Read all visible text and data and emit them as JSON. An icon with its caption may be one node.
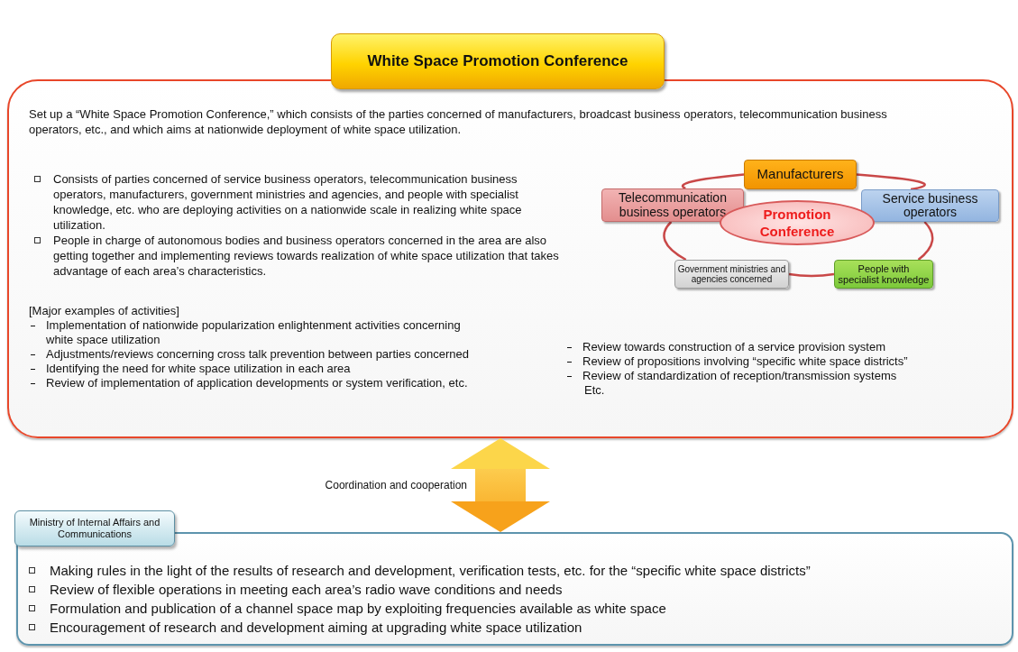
{
  "diagram": {
    "nodes": [
      {
        "text": [
          "White Space Promotion Conference",
          "Set up a “White Space Promotion Conference,” which consists of the parties concerned of manufacturers, broadcast business operators, telecommunication business operators, etc., and which aims at nationwide deployment of white space utilization.",
          "Consists of parties concerned of service business operators, telecommunication business operators, manufacturers, government ministries and agencies, and people with specialist knowledge, etc. who are deploying activities on a nationwide scale in realizing white space utilization.",
          "People in charge of autonomous bodies and business operators concerned in the area are also getting together and implementing reviews towards realization of white space utilization that takes advantage of each area’s characteristics.",
          "[Major examples of activities]",
          "Implementation of nationwide popularization enlightenment activities concerning white space utilization",
          "Adjustments/reviews concerning cross talk prevention between parties concerned",
          "Identifying the need for white space utilization in each area",
          "Review of implementation of application developments or system verification, etc.",
          "Review towards construction of a service provision system",
          "Review of propositions involving “specific white space districts”",
          "Review of standardization of reception/transmission systems",
          "Etc."
        ]
      },
      {
        "text": [
          "Manufacturers"
        ],
        "in": 0
      },
      {
        "text": [
          "Service business operators"
        ],
        "in": 0
      },
      {
        "text": [
          "People with specialist knowledge"
        ],
        "in": 0
      },
      {
        "text": [
          "Government ministries and agencies concerned"
        ],
        "in": 0
      },
      {
        "text": [
          "Telecommunication business operators"
        ],
        "in": 0
      },
      {
        "text": [
          "Promotion Conference"
        ],
        "in": 0
      },
      {
        "text": [
          "Ministry of Internal Affairs and Communications",
          "Making rules in the light of the results of research and development, verification tests, etc. for the “specific white space districts”",
          "Review of flexible operations in meeting each area’s radio wave conditions and needs",
          "Formulation and publication of a channel space map by exploiting frequencies available as white space",
          "Encouragement of research and development aiming at upgrading white space utilization"
        ]
      }
    ],
    "edges": [
      {
        "from": 1,
        "to": 2,
        "arrow": "none"
      },
      {
        "from": 2,
        "to": 3,
        "arrow": "none"
      },
      {
        "from": 3,
        "to": 4,
        "arrow": "none"
      },
      {
        "from": 4,
        "to": 5,
        "arrow": "none"
      },
      {
        "from": 5,
        "to": 1,
        "arrow": "none"
      },
      {
        "from": 0,
        "to": 7,
        "arrow": "both",
        "label": "Coordination and cooperation",
        "style": "thick",
        "color": "#f7a21b"
      }
    ]
  }
}
